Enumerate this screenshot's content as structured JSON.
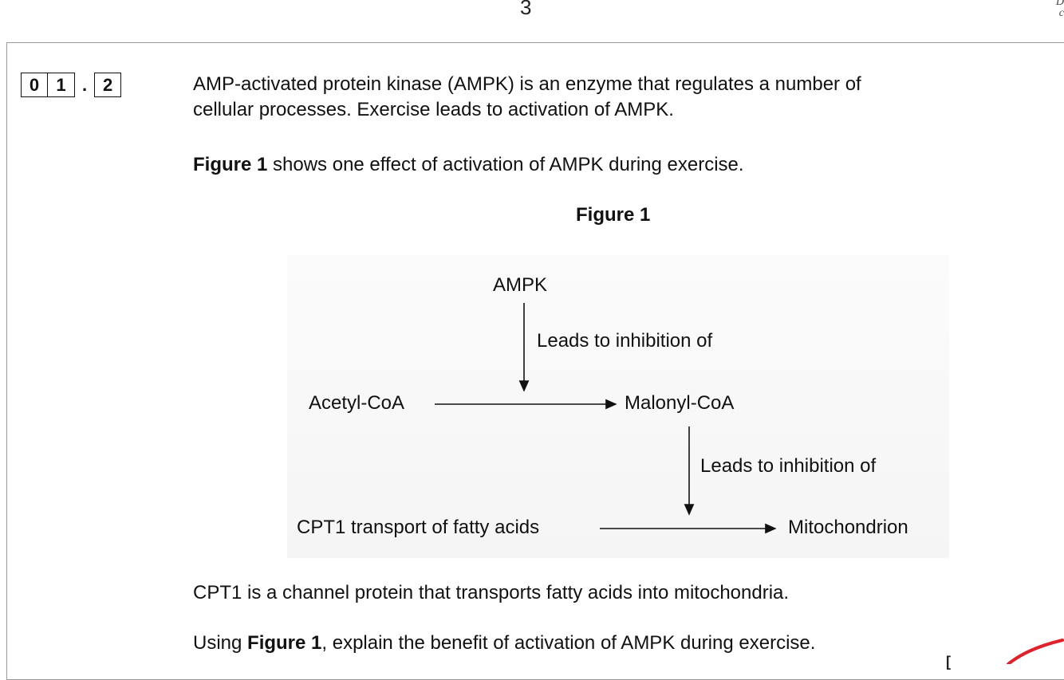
{
  "page": {
    "number": "3",
    "corner_note": "D\nc"
  },
  "question": {
    "number_digits": [
      "0",
      "1"
    ],
    "number_separator": ".",
    "part_digit": "2",
    "intro_line1": "AMP-activated protein kinase (AMPK) is an enzyme that regulates a number of",
    "intro_line2": "cellular processes.  Exercise leads to activation of AMPK.",
    "figure_ref_bold": "Figure 1",
    "figure_ref_rest": " shows one effect of activation of AMPK during exercise.",
    "cpt1_text": "CPT1 is a channel protein that transports fatty acids into mitochondria.",
    "prompt_pre": "Using ",
    "prompt_bold": "Figure 1",
    "prompt_post": ", explain the benefit of activation of AMPK during exercise."
  },
  "figure": {
    "title": "Figure 1",
    "nodes": {
      "ampk": "AMPK",
      "acetyl_coa": "Acetyl-CoA",
      "malonyl_coa": "Malonyl-CoA",
      "cpt1": "CPT1 transport of fatty acids",
      "mitochondrion": "Mitochondrion"
    },
    "edge_labels": {
      "ampk_inhibits": "Leads to inhibition of",
      "malonyl_inhibits": "Leads to inhibition of"
    }
  },
  "colors": {
    "frame_border": "#9a9a9a",
    "annotation_red": "#e0202a"
  }
}
